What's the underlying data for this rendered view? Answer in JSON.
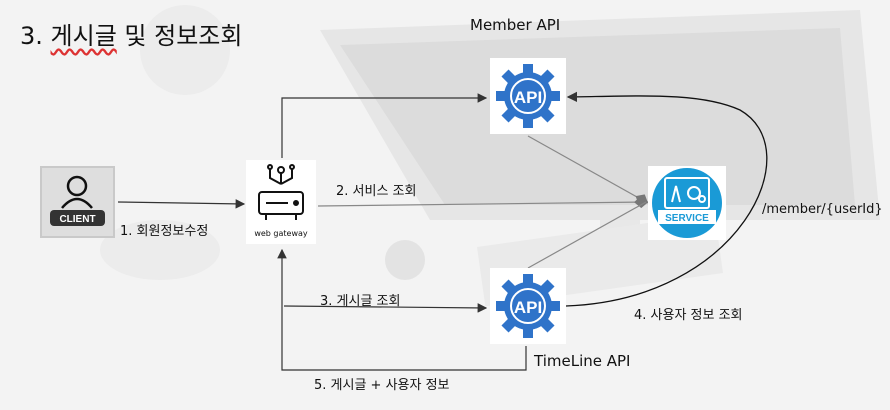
{
  "title": {
    "prefix": "3. ",
    "word1": "게시글",
    "rest": " 및 정보조회"
  },
  "nodes": {
    "client": "CLIENT",
    "gateway": "web gateway",
    "api_top_label": "Member API",
    "api_top_badge": "API",
    "api_bottom_label": "TimeLine API",
    "api_bottom_badge": "API",
    "service": "SERVICE"
  },
  "edges": {
    "e1": "1. 회원정보수정",
    "e2": "2. 서비스 조회",
    "e3": "3. 게시글 조회",
    "e4": "4. 사용자 정보 조회",
    "e5": "5. 게시글 + 사용자 정보",
    "member_path": "/member/{userId}"
  },
  "colors": {
    "api_blue": "#2f73c9",
    "service_blue": "#1a9ad6",
    "line": "#333333"
  }
}
